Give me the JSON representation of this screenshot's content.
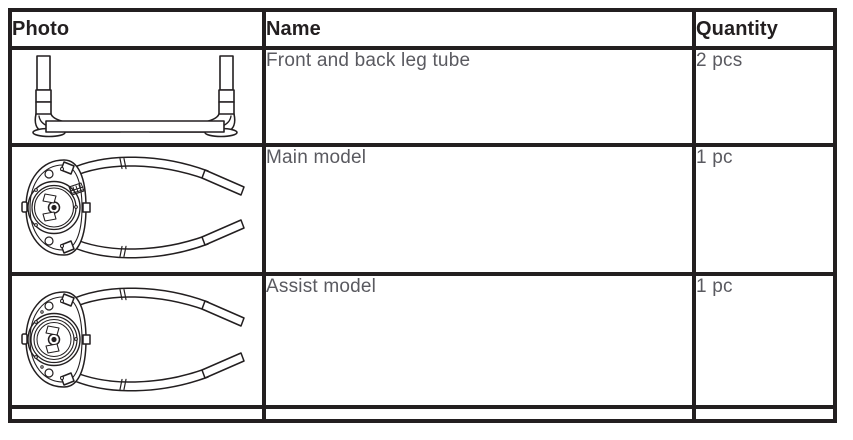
{
  "table": {
    "columns": [
      {
        "key": "photo",
        "label": "Photo"
      },
      {
        "key": "name",
        "label": "Name"
      },
      {
        "key": "quantity",
        "label": "Quantity"
      }
    ],
    "rows": [
      {
        "photo_icon": "leg-tube-diagram",
        "name": "Front and back leg tube",
        "quantity": "2 pcs"
      },
      {
        "photo_icon": "main-model-diagram",
        "name": "Main model",
        "quantity": "1 pc"
      },
      {
        "photo_icon": "assist-model-diagram",
        "name": "Assist model",
        "quantity": "1 pc"
      },
      {
        "photo_icon": "partial-row-diagram",
        "name": "",
        "quantity": ""
      }
    ]
  },
  "colors": {
    "border": "#231f20",
    "header_text": "#231f20",
    "body_text": "#5a5a60",
    "background": "#ffffff",
    "line_art": "#231f20"
  }
}
